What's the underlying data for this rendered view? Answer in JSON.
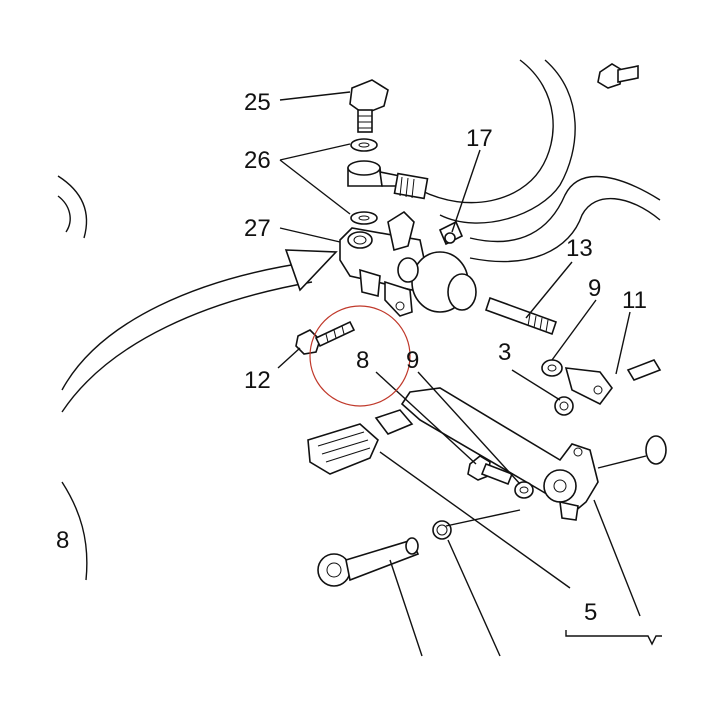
{
  "callouts": {
    "c25": "25",
    "c26": "26",
    "c27": "27",
    "c17": "17",
    "c13": "13",
    "c9a": "9",
    "c11": "11",
    "c3": "3",
    "c12": "12",
    "c8": "8",
    "c9b": "9",
    "c5": "5",
    "c8left": "8"
  },
  "colors": {
    "ink": "#111111",
    "highlight_circle": "#c0392b",
    "background": "#ffffff"
  },
  "highlight": {
    "target": "8"
  }
}
